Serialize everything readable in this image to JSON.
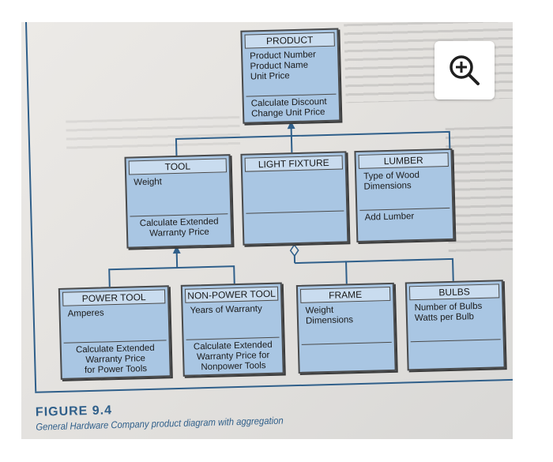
{
  "diagram": {
    "boxes": {
      "product": {
        "title": "PRODUCT",
        "attributes": [
          "Product Number",
          "Product Name",
          "Unit Price"
        ],
        "operations": [
          "Calculate Discount",
          "Change Unit Price"
        ]
      },
      "tool": {
        "title": "TOOL",
        "attributes": [
          "Weight"
        ],
        "operations": [
          "Calculate Extended",
          "Warranty Price"
        ]
      },
      "light_fixture": {
        "title": "LIGHT FIXTURE",
        "attributes": [],
        "operations": []
      },
      "lumber": {
        "title": "LUMBER",
        "attributes": [
          "Type of Wood",
          "Dimensions"
        ],
        "operations": [
          "Add Lumber"
        ]
      },
      "power_tool": {
        "title": "POWER TOOL",
        "attributes": [
          "Amperes"
        ],
        "operations": [
          "Calculate Extended",
          "Warranty Price",
          "for Power Tools"
        ]
      },
      "non_power_tool": {
        "title": "NON-POWER TOOL",
        "attributes": [
          "Years of Warranty"
        ],
        "operations": [
          "Calculate Extended",
          "Warranty Price for",
          "Nonpower Tools"
        ]
      },
      "frame": {
        "title": "FRAME",
        "attributes": [
          "Weight",
          "Dimensions"
        ],
        "operations": []
      },
      "bulbs": {
        "title": "BULBS",
        "attributes": [
          "Number of Bulbs",
          "Watts per Bulb"
        ],
        "operations": []
      }
    }
  },
  "caption": {
    "figure_label": "FIGURE 9.4",
    "text": "General Hardware Company product diagram with aggregation"
  },
  "colors": {
    "box_fill": "#a9c6e3",
    "title_fill": "#c9dcef",
    "accent": "#2f5f8a"
  },
  "controls": {
    "zoom_icon": "zoom-in-icon"
  }
}
